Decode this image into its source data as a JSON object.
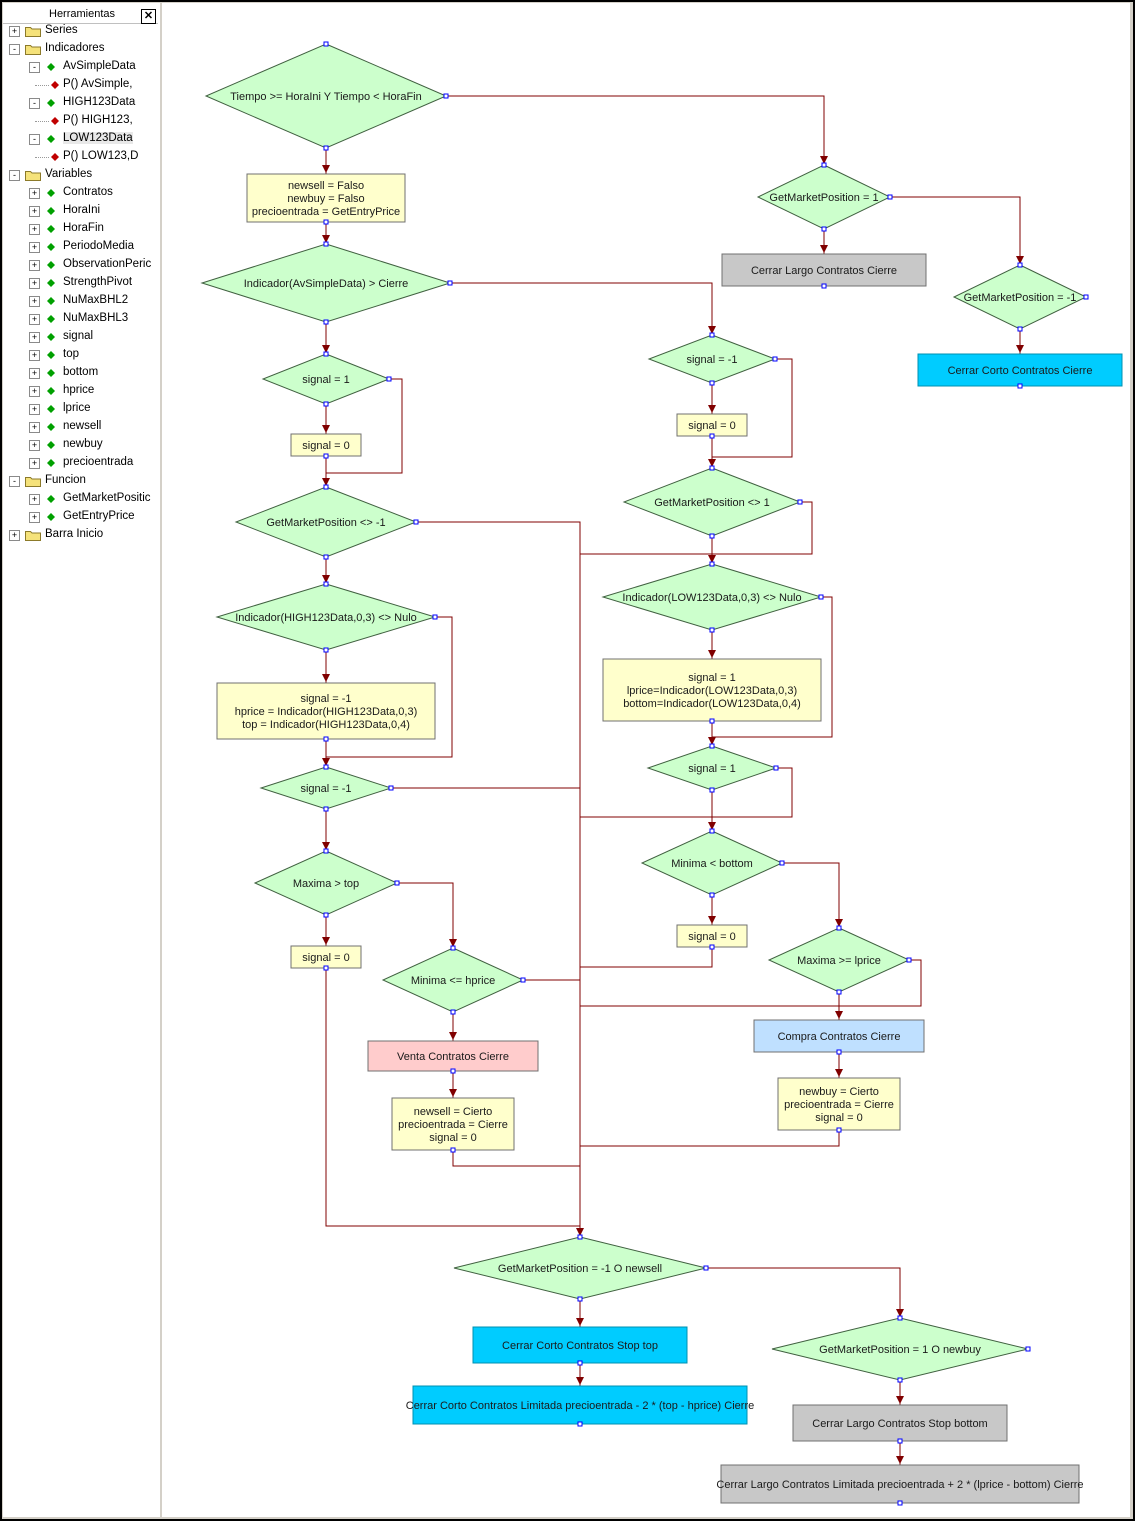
{
  "panel": {
    "title": "Herramientas",
    "close_label": "✕",
    "tree": [
      {
        "label": "Series",
        "kind": "folder",
        "level": 0,
        "expander": "+"
      },
      {
        "label": "Indicadores",
        "kind": "folder",
        "level": 0,
        "expander": "-"
      },
      {
        "label": "AvSimpleData",
        "kind": "green",
        "level": 1,
        "expander": "-"
      },
      {
        "label": "P() AvSimple,",
        "kind": "red",
        "level": 2,
        "expander": ""
      },
      {
        "label": "HIGH123Data",
        "kind": "green",
        "level": 1,
        "expander": "-"
      },
      {
        "label": "P() HIGH123,",
        "kind": "red",
        "level": 2,
        "expander": ""
      },
      {
        "label": "LOW123Data",
        "kind": "green",
        "level": 1,
        "expander": "-",
        "selected": true
      },
      {
        "label": "P() LOW123,D",
        "kind": "red",
        "level": 2,
        "expander": ""
      },
      {
        "label": "Variables",
        "kind": "folder",
        "level": 0,
        "expander": "-"
      },
      {
        "label": "Contratos",
        "kind": "green",
        "level": 1,
        "expander": "+"
      },
      {
        "label": "HoraIni",
        "kind": "green",
        "level": 1,
        "expander": "+"
      },
      {
        "label": "HoraFin",
        "kind": "green",
        "level": 1,
        "expander": "+"
      },
      {
        "label": "PeriodoMedia",
        "kind": "green",
        "level": 1,
        "expander": "+"
      },
      {
        "label": "ObservationPeric",
        "kind": "green",
        "level": 1,
        "expander": "+"
      },
      {
        "label": "StrengthPivot",
        "kind": "green",
        "level": 1,
        "expander": "+"
      },
      {
        "label": "NuMaxBHL2",
        "kind": "green",
        "level": 1,
        "expander": "+"
      },
      {
        "label": "NuMaxBHL3",
        "kind": "green",
        "level": 1,
        "expander": "+"
      },
      {
        "label": "signal",
        "kind": "green",
        "level": 1,
        "expander": "+"
      },
      {
        "label": "top",
        "kind": "green",
        "level": 1,
        "expander": "+"
      },
      {
        "label": "bottom",
        "kind": "green",
        "level": 1,
        "expander": "+"
      },
      {
        "label": "hprice",
        "kind": "green",
        "level": 1,
        "expander": "+"
      },
      {
        "label": "lprice",
        "kind": "green",
        "level": 1,
        "expander": "+"
      },
      {
        "label": "newsell",
        "kind": "green",
        "level": 1,
        "expander": "+"
      },
      {
        "label": "newbuy",
        "kind": "green",
        "level": 1,
        "expander": "+"
      },
      {
        "label": "precioentrada",
        "kind": "green",
        "level": 1,
        "expander": "+"
      },
      {
        "label": "Funcion",
        "kind": "folder",
        "level": 0,
        "expander": "-"
      },
      {
        "label": "GetMarketPositic",
        "kind": "green",
        "level": 1,
        "expander": "+"
      },
      {
        "label": "GetEntryPrice",
        "kind": "green",
        "level": 1,
        "expander": "+"
      },
      {
        "label": "Barra Inicio",
        "kind": "folder",
        "level": 0,
        "expander": "+"
      }
    ]
  },
  "colors": {
    "decision": "#ccffcc",
    "process": "#ffffcc",
    "action_gray": "#c8c8c8",
    "action_cyan": "#00ccff",
    "action_blue": "#bfe0ff",
    "action_pink": "#ffcccc",
    "connector": "#800000",
    "port": "#0000ff"
  },
  "flow": {
    "nodes": [
      {
        "id": "d1",
        "type": "decision",
        "lines": [
          "Tiempo >= HoraIni Y Tiempo < HoraFin"
        ]
      },
      {
        "id": "p1",
        "type": "process",
        "lines": [
          "newsell = Falso",
          "newbuy = Falso",
          "precioentrada = GetEntryPrice"
        ]
      },
      {
        "id": "d2",
        "type": "decision",
        "lines": [
          "GetMarketPosition = 1"
        ]
      },
      {
        "id": "a1",
        "type": "gray",
        "lines": [
          "Cerrar Largo Contratos Cierre"
        ]
      },
      {
        "id": "d3",
        "type": "decision",
        "lines": [
          "GetMarketPosition = -1"
        ]
      },
      {
        "id": "a2",
        "type": "cyan",
        "lines": [
          "Cerrar Corto Contratos Cierre"
        ]
      },
      {
        "id": "d4",
        "type": "decision",
        "lines": [
          "Indicador(AvSimpleData) > Cierre"
        ]
      },
      {
        "id": "d5",
        "type": "decision",
        "lines": [
          "signal = 1"
        ]
      },
      {
        "id": "p2",
        "type": "process",
        "lines": [
          "signal = 0"
        ]
      },
      {
        "id": "d6",
        "type": "decision",
        "lines": [
          "signal = -1"
        ]
      },
      {
        "id": "p3",
        "type": "process",
        "lines": [
          "signal = 0"
        ]
      },
      {
        "id": "d7",
        "type": "decision",
        "lines": [
          "GetMarketPosition <> -1"
        ]
      },
      {
        "id": "d8",
        "type": "decision",
        "lines": [
          "GetMarketPosition <> 1"
        ]
      },
      {
        "id": "d9",
        "type": "decision",
        "lines": [
          "Indicador(HIGH123Data,0,3) <> Nulo"
        ]
      },
      {
        "id": "p4",
        "type": "process",
        "lines": [
          "signal = -1",
          "hprice = Indicador(HIGH123Data,0,3)",
          "top = Indicador(HIGH123Data,0,4)"
        ]
      },
      {
        "id": "d10",
        "type": "decision",
        "lines": [
          "Indicador(LOW123Data,0,3) <> Nulo"
        ]
      },
      {
        "id": "p5",
        "type": "process",
        "lines": [
          "signal = 1",
          "lprice=Indicador(LOW123Data,0,3)",
          "bottom=Indicador(LOW123Data,0,4)"
        ]
      },
      {
        "id": "d11",
        "type": "decision",
        "lines": [
          "signal = -1"
        ]
      },
      {
        "id": "d12",
        "type": "decision",
        "lines": [
          "signal = 1"
        ]
      },
      {
        "id": "d13",
        "type": "decision",
        "lines": [
          "Maxima > top"
        ]
      },
      {
        "id": "p6",
        "type": "process",
        "lines": [
          "signal = 0"
        ]
      },
      {
        "id": "d14",
        "type": "decision",
        "lines": [
          "Minima <= hprice"
        ]
      },
      {
        "id": "a3",
        "type": "pink",
        "lines": [
          "Venta Contratos Cierre"
        ]
      },
      {
        "id": "p7",
        "type": "process",
        "lines": [
          "newsell = Cierto",
          "precioentrada = Cierre",
          "signal = 0"
        ]
      },
      {
        "id": "d15",
        "type": "decision",
        "lines": [
          "Minima < bottom"
        ]
      },
      {
        "id": "p8",
        "type": "process",
        "lines": [
          "signal = 0"
        ]
      },
      {
        "id": "d16",
        "type": "decision",
        "lines": [
          "Maxima >= lprice"
        ]
      },
      {
        "id": "a4",
        "type": "blue",
        "lines": [
          "Compra Contratos Cierre"
        ]
      },
      {
        "id": "p9",
        "type": "process",
        "lines": [
          "newbuy = Cierto",
          "precioentrada = Cierre",
          "signal = 0"
        ]
      },
      {
        "id": "d17",
        "type": "decision",
        "lines": [
          "GetMarketPosition = -1 O newsell"
        ]
      },
      {
        "id": "a5",
        "type": "cyan",
        "lines": [
          "Cerrar Corto Contratos Stop top"
        ]
      },
      {
        "id": "a6",
        "type": "cyan",
        "lines": [
          "Cerrar Corto Contratos Limitada precioentrada - 2 * (top - hprice) Cierre"
        ]
      },
      {
        "id": "d18",
        "type": "decision",
        "lines": [
          "GetMarketPosition = 1 O newbuy"
        ]
      },
      {
        "id": "a7",
        "type": "gray",
        "lines": [
          "Cerrar Largo Contratos Stop bottom"
        ]
      },
      {
        "id": "a8",
        "type": "gray",
        "lines": [
          "Cerrar Largo Contratos Limitada precioentrada + 2 * (lprice - bottom) Cierre"
        ]
      }
    ]
  }
}
